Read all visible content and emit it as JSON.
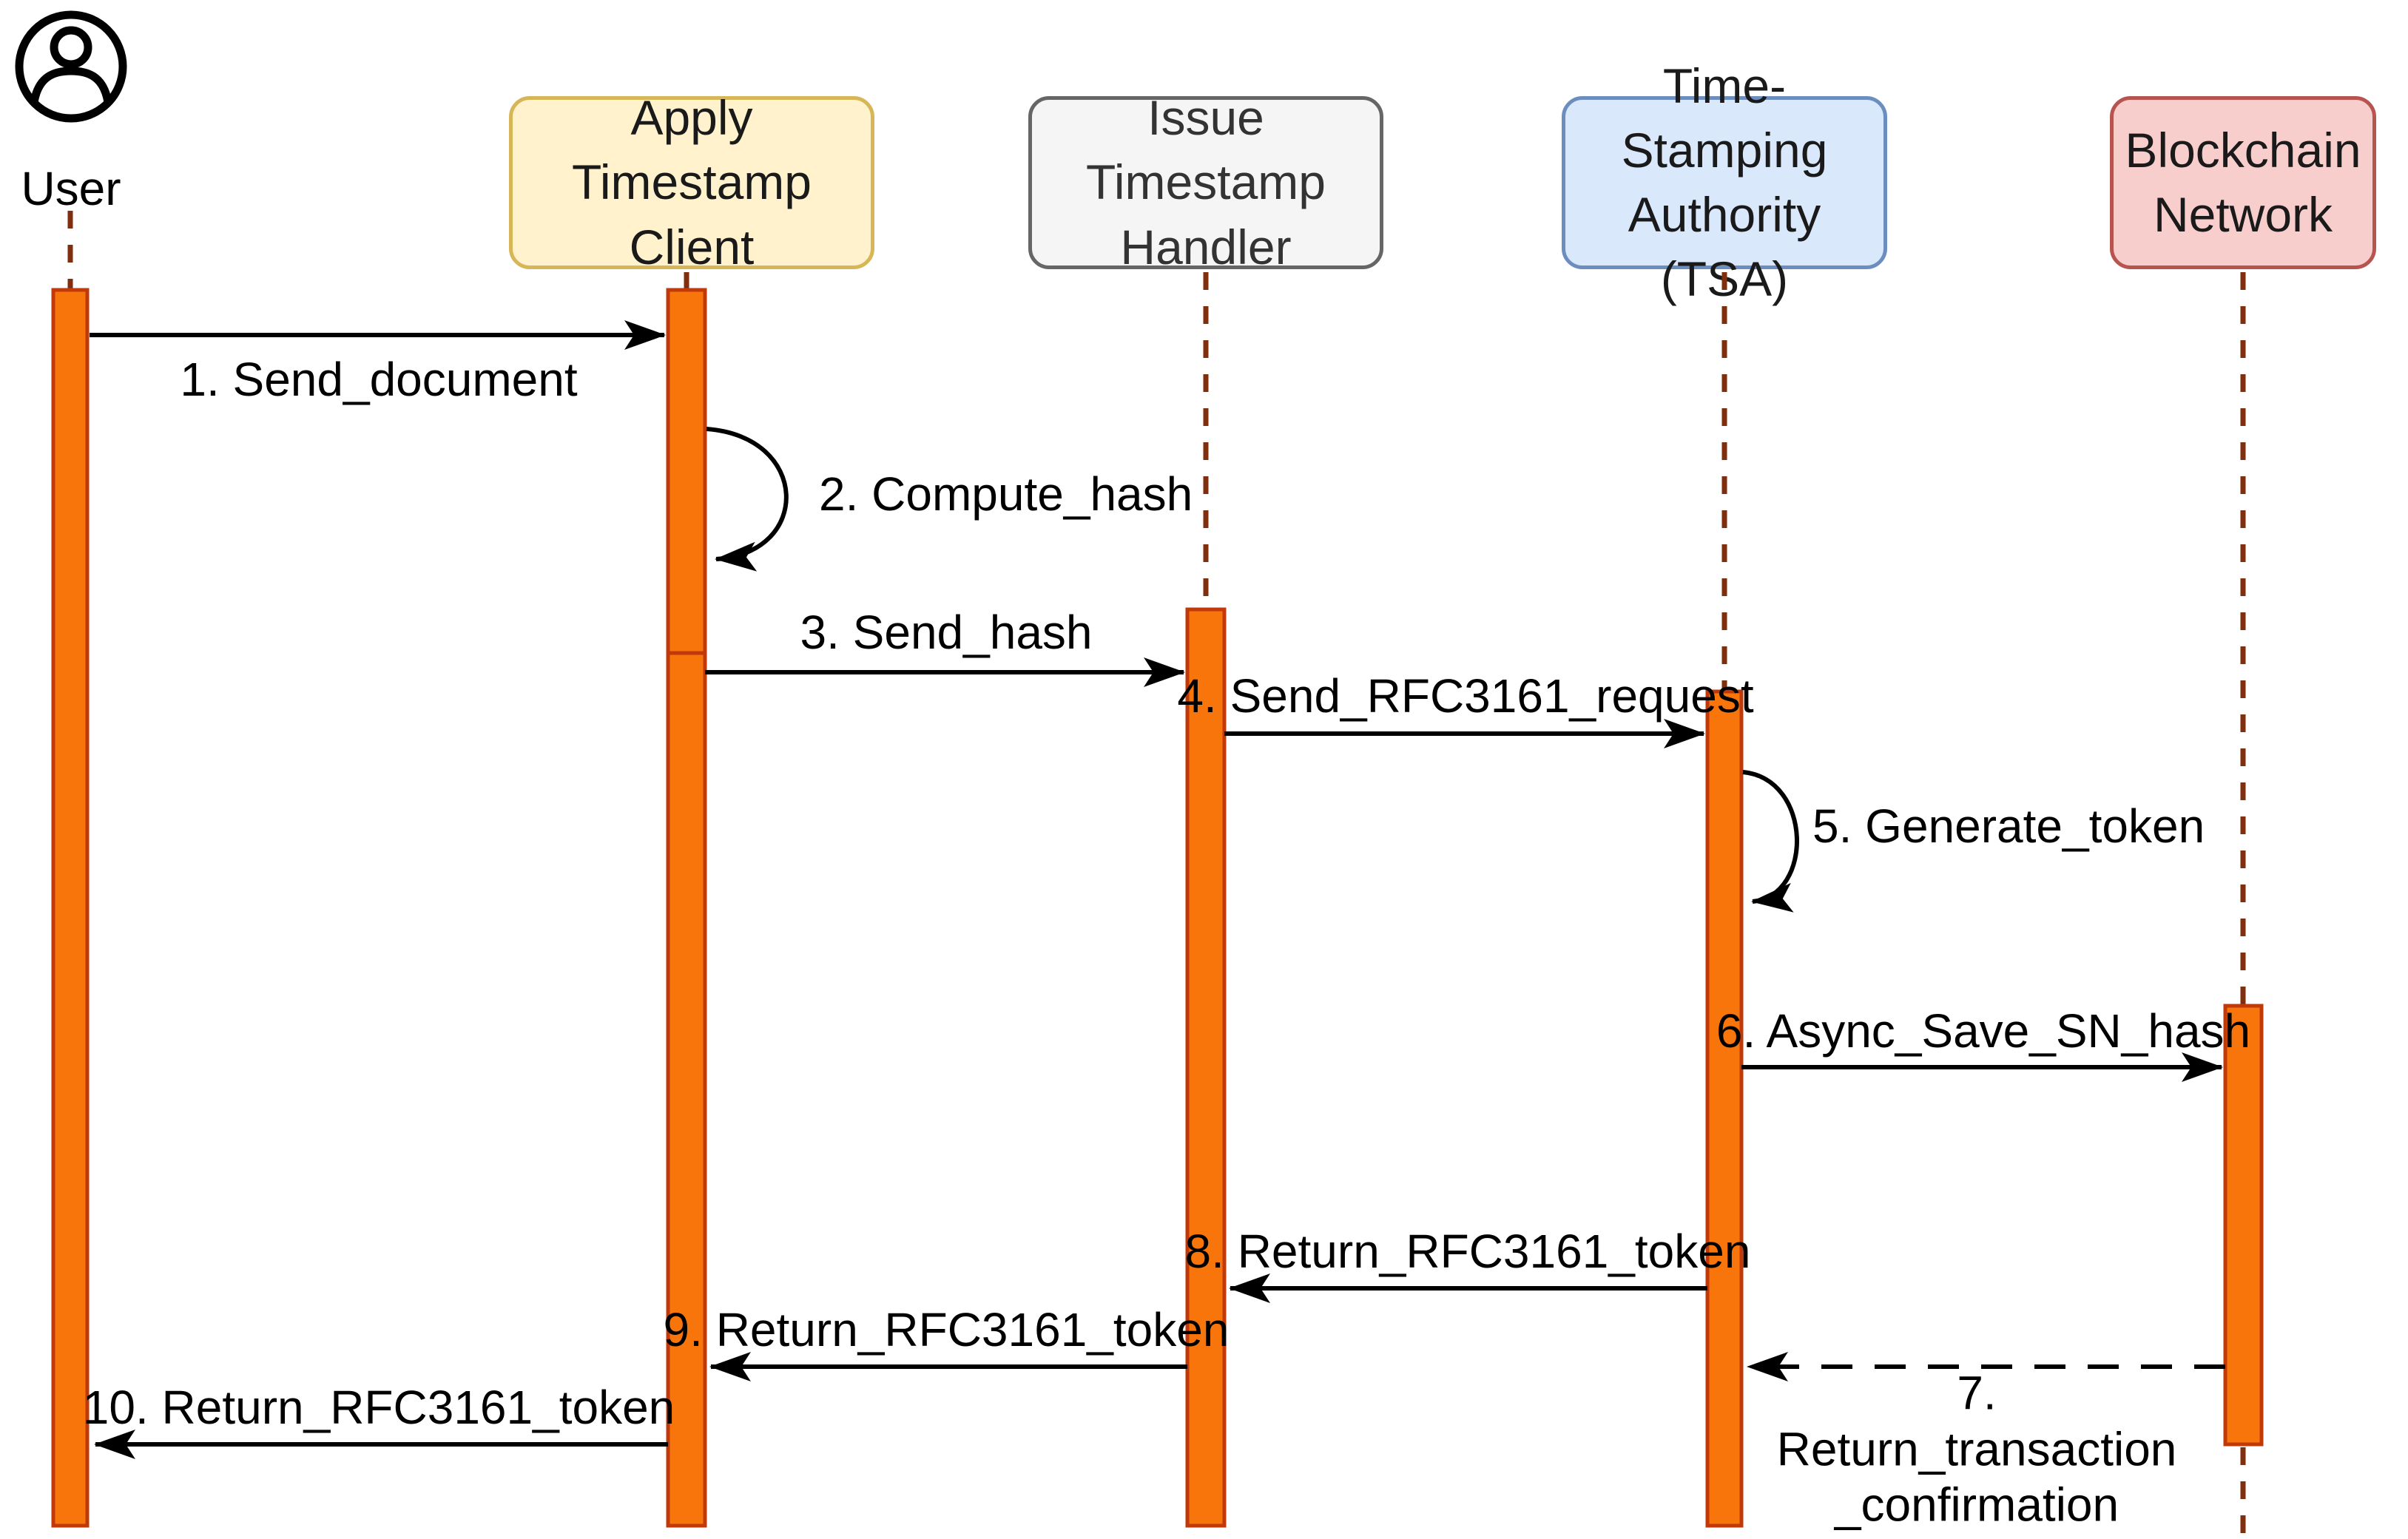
{
  "diagram_title": "RFC3161 timestamping with blockchain anchoring sequence diagram",
  "actors": [
    {
      "id": "user",
      "label": "User",
      "line1": "User",
      "line2": "",
      "kind": "person-icon"
    },
    {
      "id": "client",
      "label": "Apply Timestamp Client",
      "line1": "Apply Timestamp",
      "line2": "Client",
      "fill": "#FFF2CC",
      "border": "#D6B656"
    },
    {
      "id": "handler",
      "label": "Issue Timestamp Handler",
      "line1": "Issue Timestamp",
      "line2": "Handler",
      "fill": "#F5F5F5",
      "border": "#666666"
    },
    {
      "id": "tsa",
      "label": "Time-Stamping Authority (TSA)",
      "line1": "Time-Stamping",
      "line2": "Authority (TSA)",
      "fill": "#DAE8FC",
      "border": "#6C8EBF"
    },
    {
      "id": "blockchain",
      "label": "Blockchain Network",
      "line1": "Blockchain",
      "line2": "Network",
      "fill": "#F8CECC",
      "border": "#B85450"
    }
  ],
  "messages": [
    {
      "num": 1,
      "label": "1. Send_document",
      "from": "user",
      "to": "client",
      "style": "solid"
    },
    {
      "num": 2,
      "label": "2. Compute_hash",
      "from": "client",
      "to": "client",
      "style": "self-loop"
    },
    {
      "num": 3,
      "label": "3. Send_hash",
      "from": "client",
      "to": "handler",
      "style": "solid"
    },
    {
      "num": 4,
      "label": "4. Send_RFC3161_request",
      "from": "handler",
      "to": "tsa",
      "style": "solid"
    },
    {
      "num": 5,
      "label": "5. Generate_token",
      "from": "tsa",
      "to": "tsa",
      "style": "self-loop"
    },
    {
      "num": 6,
      "label": "6. Async_Save_SN_hash",
      "from": "tsa",
      "to": "blockchain",
      "style": "solid"
    },
    {
      "num": 7,
      "label": "7. Return_transaction _confirmation",
      "line1": "7. Return_transaction",
      "line2": "_confirmation",
      "from": "blockchain",
      "to": "tsa",
      "style": "dashed"
    },
    {
      "num": 8,
      "label": "8. Return_RFC3161_token",
      "from": "tsa",
      "to": "handler",
      "style": "solid"
    },
    {
      "num": 9,
      "label": "9. Return_RFC3161_token",
      "from": "handler",
      "to": "client",
      "style": "solid"
    },
    {
      "num": 10,
      "label": "10. Return_RFC3161_token",
      "from": "client",
      "to": "user",
      "style": "solid"
    }
  ],
  "colors": {
    "background": "#FFFFFF",
    "activation_fill": "#F8750C",
    "activation_border": "#C0390B",
    "lifeline_dash": "#7F2E0E",
    "arrow": "#000000",
    "actor_icon": "#000000"
  }
}
